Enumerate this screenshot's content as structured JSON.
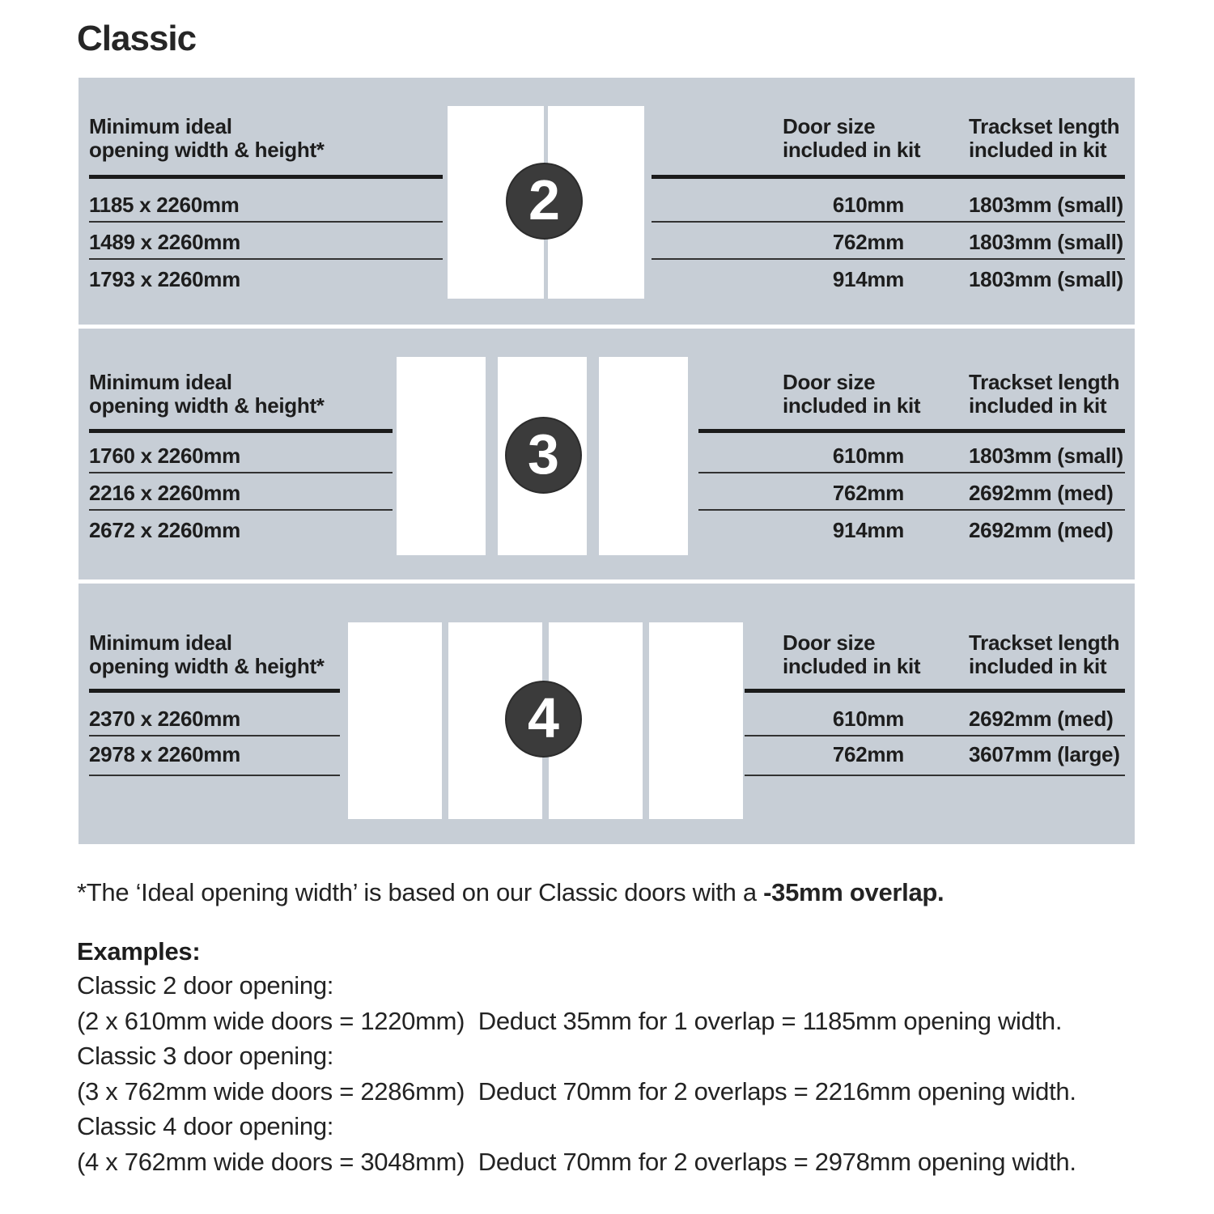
{
  "page": {
    "title": "Classic"
  },
  "colors": {
    "panel_background": "#c7ced6",
    "badge_background": "#3b3b3b",
    "door_panel": "#ffffff",
    "text": "#1e1e1e"
  },
  "headers": {
    "left_line1": "Minimum ideal",
    "left_line2": "opening width & height*",
    "door_line1": "Door size",
    "door_line2": "included in kit",
    "track_line1": "Trackset length",
    "track_line2": "included in kit"
  },
  "sections": [
    {
      "door_count": "2",
      "openings": [
        "1185 x 2260mm",
        "1489 x 2260mm",
        "1793 x 2260mm"
      ],
      "rows": [
        {
          "door_size": "610mm",
          "trackset": "1803mm (small)"
        },
        {
          "door_size": "762mm",
          "trackset": "1803mm (small)"
        },
        {
          "door_size": "914mm",
          "trackset": "1803mm (small)"
        }
      ]
    },
    {
      "door_count": "3",
      "openings": [
        "1760 x 2260mm",
        "2216 x 2260mm",
        "2672 x 2260mm"
      ],
      "rows": [
        {
          "door_size": "610mm",
          "trackset": "1803mm (small)"
        },
        {
          "door_size": "762mm",
          "trackset": "2692mm (med)"
        },
        {
          "door_size": "914mm",
          "trackset": "2692mm (med)"
        }
      ]
    },
    {
      "door_count": "4",
      "openings": [
        "2370 x 2260mm",
        "2978 x 2260mm"
      ],
      "rows": [
        {
          "door_size": "610mm",
          "trackset": "2692mm (med)"
        },
        {
          "door_size": "762mm",
          "trackset": "3607mm (large)"
        }
      ]
    }
  ],
  "footnote": {
    "normal": "*The ‘Ideal opening width’ is based on our Classic doors with a ",
    "bold": "-35mm overlap."
  },
  "examples": {
    "heading": "Examples:",
    "lines": [
      "Classic 2 door opening:",
      "(2 x 610mm wide doors = 1220mm)  Deduct 35mm for 1 overlap = 1185mm opening width.",
      "Classic 3 door opening:",
      "(3 x 762mm wide doors = 2286mm)  Deduct 70mm for 2 overlaps = 2216mm opening width.",
      "Classic 4 door opening:",
      "(4 x 762mm wide doors = 3048mm)  Deduct 70mm for 2 overlaps = 2978mm opening width."
    ]
  }
}
